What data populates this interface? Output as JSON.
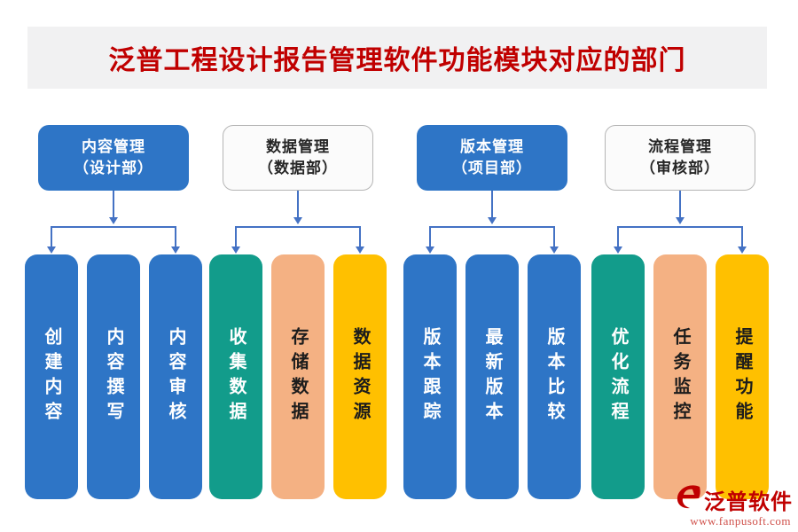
{
  "title": "泛普工程设计报告管理软件功能模块对应的部门",
  "groups": [
    {
      "header": {
        "line1": "内容管理",
        "line2": "（设计部）",
        "style": "blue"
      },
      "pillars": [
        {
          "label": "创建内容",
          "color": "blue"
        },
        {
          "label": "内容撰写",
          "color": "blue"
        },
        {
          "label": "内容审核",
          "color": "blue"
        }
      ]
    },
    {
      "header": {
        "line1": "数据管理",
        "line2": "（数据部）",
        "style": "light"
      },
      "pillars": [
        {
          "label": "收集数据",
          "color": "green"
        },
        {
          "label": "存储数据",
          "color": "peach"
        },
        {
          "label": "数据资源",
          "color": "yellow"
        }
      ]
    },
    {
      "header": {
        "line1": "版本管理",
        "line2": "（项目部）",
        "style": "blue"
      },
      "pillars": [
        {
          "label": "版本跟踪",
          "color": "blue"
        },
        {
          "label": "最新版本",
          "color": "blue"
        },
        {
          "label": "版本比较",
          "color": "blue"
        }
      ]
    },
    {
      "header": {
        "line1": "流程管理",
        "line2": "（审核部）",
        "style": "light"
      },
      "pillars": [
        {
          "label": "优化流程",
          "color": "green"
        },
        {
          "label": "任务监控",
          "color": "peach"
        },
        {
          "label": "提醒功能",
          "color": "yellow"
        }
      ]
    }
  ],
  "watermark": {
    "brand": "泛普软件",
    "url": "www.fanpusoft.com"
  },
  "colors": {
    "title_red": "#C00000",
    "band_gray": "#F1F1F2",
    "blue": "#2E75C6",
    "green": "#129C8B",
    "peach": "#F4B183",
    "yellow": "#FFC000",
    "connector_blue": "#4472C4",
    "brand_red": "#C00000"
  }
}
